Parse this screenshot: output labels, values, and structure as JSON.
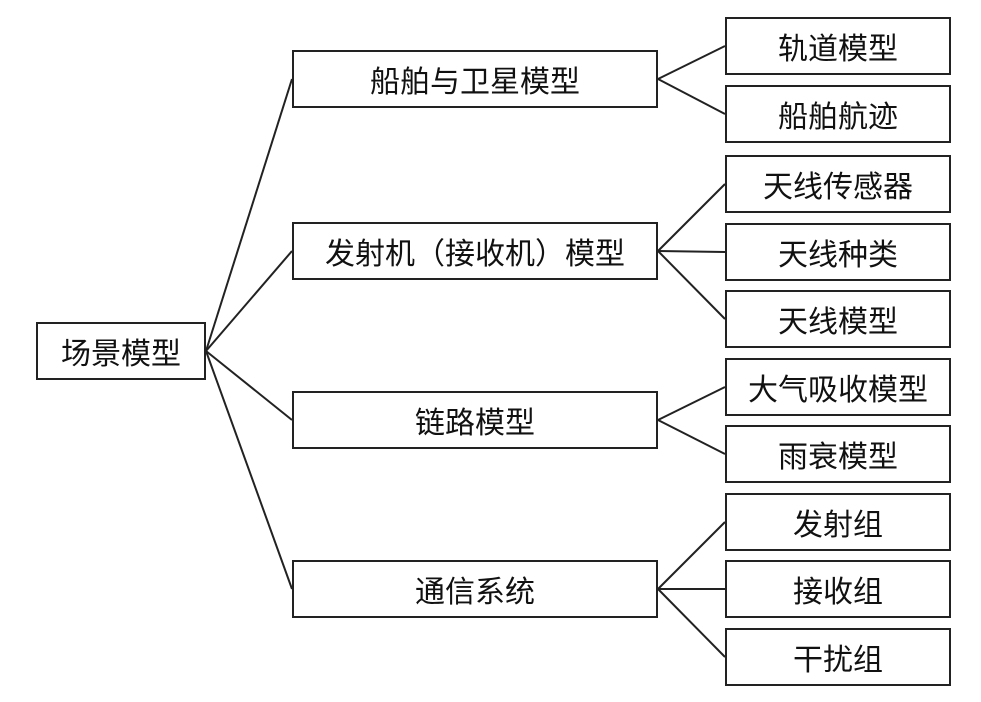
{
  "diagram": {
    "line_color": "#222222",
    "root": {
      "id": "root",
      "label": "场景模型"
    },
    "groups": [
      {
        "id": "g1",
        "label": "船舶与卫星模型",
        "children": [
          {
            "id": "g1c1",
            "label": "轨道模型"
          },
          {
            "id": "g1c2",
            "label": "船舶航迹"
          }
        ]
      },
      {
        "id": "g2",
        "label": "发射机（接收机）模型",
        "children": [
          {
            "id": "g2c1",
            "label": "天线传感器"
          },
          {
            "id": "g2c2",
            "label": "天线种类"
          },
          {
            "id": "g2c3",
            "label": "天线模型"
          }
        ]
      },
      {
        "id": "g3",
        "label": "链路模型",
        "children": [
          {
            "id": "g3c1",
            "label": "大气吸收模型"
          },
          {
            "id": "g3c2",
            "label": "雨衰模型"
          }
        ]
      },
      {
        "id": "g4",
        "label": "通信系统",
        "children": [
          {
            "id": "g4c1",
            "label": "发射组"
          },
          {
            "id": "g4c2",
            "label": "接收组"
          },
          {
            "id": "g4c3",
            "label": "干扰组"
          }
        ]
      }
    ]
  }
}
